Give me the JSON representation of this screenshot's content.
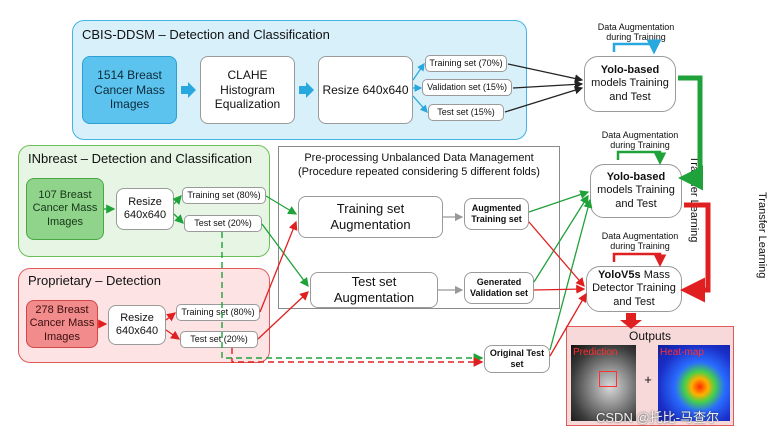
{
  "colors": {
    "cbis_fill": "#d8f0fa",
    "cbis_border": "#42b3e5",
    "inbreast_fill": "#e6f5e4",
    "inbreast_border": "#6bbf59",
    "prop_fill": "#fde3e3",
    "prop_border": "#e05a5a",
    "blue_arrow": "#29a8e0",
    "green_arrow": "#1fa23a",
    "red_arrow": "#e02020"
  },
  "cbis": {
    "title": "CBIS-DDSM – Detection and Classification",
    "input": "1514 Breast Cancer Mass Images",
    "clahe": "CLAHE Histogram Equalization",
    "resize": "Resize 640x640",
    "train": "Training set (70%)",
    "val": "Validation set (15%)",
    "test": "Test set (15%)"
  },
  "inbreast": {
    "title": "INbreast – Detection and Classification",
    "input": "107 Breast Cancer Mass Images",
    "resize": "Resize 640x640",
    "train": "Training set (80%)",
    "test": "Test set (20%)"
  },
  "proprietary": {
    "title": "Proprietary – Detection",
    "input": "278 Breast Cancer Mass Images",
    "resize": "Resize 640x640",
    "train": "Training set (80%)",
    "test": "Test set (20%)"
  },
  "preprocessing": {
    "title_line1": "Pre-processing Unbalanced Data Management",
    "title_line2": "(Procedure repeated considering 5 different folds)",
    "train_aug": "Training set Augmentation",
    "test_aug": "Test set Augmentation",
    "augmented": "Augmented Training set",
    "generated": "Generated Validation set",
    "original": "Original Test set"
  },
  "models": {
    "aug_label_1": "Data Augmentation during Training",
    "aug_label_2": "Data Augmentation during Training",
    "aug_label_3": "Data Augmentation during Training",
    "model1_bold": "Yolo-based",
    "model1_rest": "models Training and Test",
    "model2_bold": "Yolo-based",
    "model2_rest": "models Training and Test",
    "model3_bold": "YoloV5s",
    "model3_rest": "Mass Detector Training and Test",
    "transfer1": "Transfer Learning",
    "transfer2": "Transfer Learning"
  },
  "outputs": {
    "title": "Outputs",
    "prediction": "Prediction",
    "heatmap": "Heat-map",
    "plus": "+"
  },
  "watermark": "CSDN @托比-马查尔"
}
